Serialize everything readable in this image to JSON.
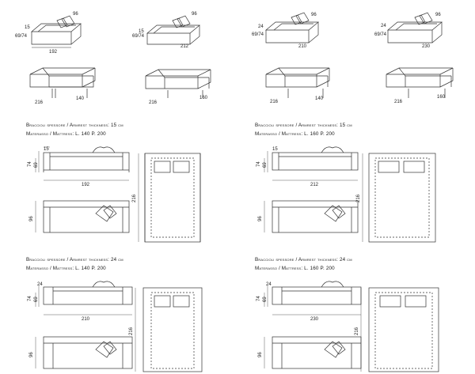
{
  "top_views": [
    {
      "name": "sofa-192",
      "depth": "15",
      "height": "96",
      "side": "69/74",
      "width": "192",
      "bed_depth": "216",
      "bed_width": "140"
    },
    {
      "name": "sofa-212",
      "depth": "15",
      "height": "96",
      "side": "69/74",
      "width": "212",
      "bed_depth": "216",
      "bed_width": "160"
    },
    {
      "name": "sofa-210",
      "depth": "24",
      "height": "96",
      "side": "69/74",
      "width": "210",
      "bed_depth": "216",
      "bed_width": "140"
    },
    {
      "name": "sofa-230",
      "depth": "24",
      "height": "96",
      "side": "69/74",
      "width": "230",
      "bed_depth": "216",
      "bed_width": "160"
    }
  ],
  "panels": [
    {
      "line1": "Braccioli spessore / Armrest thickness: 15 cm",
      "line2": "Materasso / Mattress: L. 140  P. 200",
      "arm": "15",
      "h1": "74",
      "h2": "69",
      "width": "192",
      "bed": "216",
      "depth": "96"
    },
    {
      "line1": "Braccioli spessore / Armrest thickness: 15 cm",
      "line2": "Materasso / Mattress: L. 160  P. 200",
      "arm": "15",
      "h1": "74",
      "h2": "69",
      "width": "212",
      "bed": "216",
      "depth": "96"
    },
    {
      "line1": "Braccioli spessore / Armrest thickness: 24 cm",
      "line2": "Materasso / Mattress: L. 140  P. 200",
      "arm": "24",
      "h1": "74",
      "h2": "69",
      "width": "210",
      "bed": "216",
      "depth": "96"
    },
    {
      "line1": "Braccioli spessore / Armrest thickness: 24 cm",
      "line2": "Materasso / Mattress: L. 160  P. 200",
      "arm": "24",
      "h1": "74",
      "h2": "69",
      "width": "230",
      "bed": "216",
      "depth": "96"
    }
  ]
}
